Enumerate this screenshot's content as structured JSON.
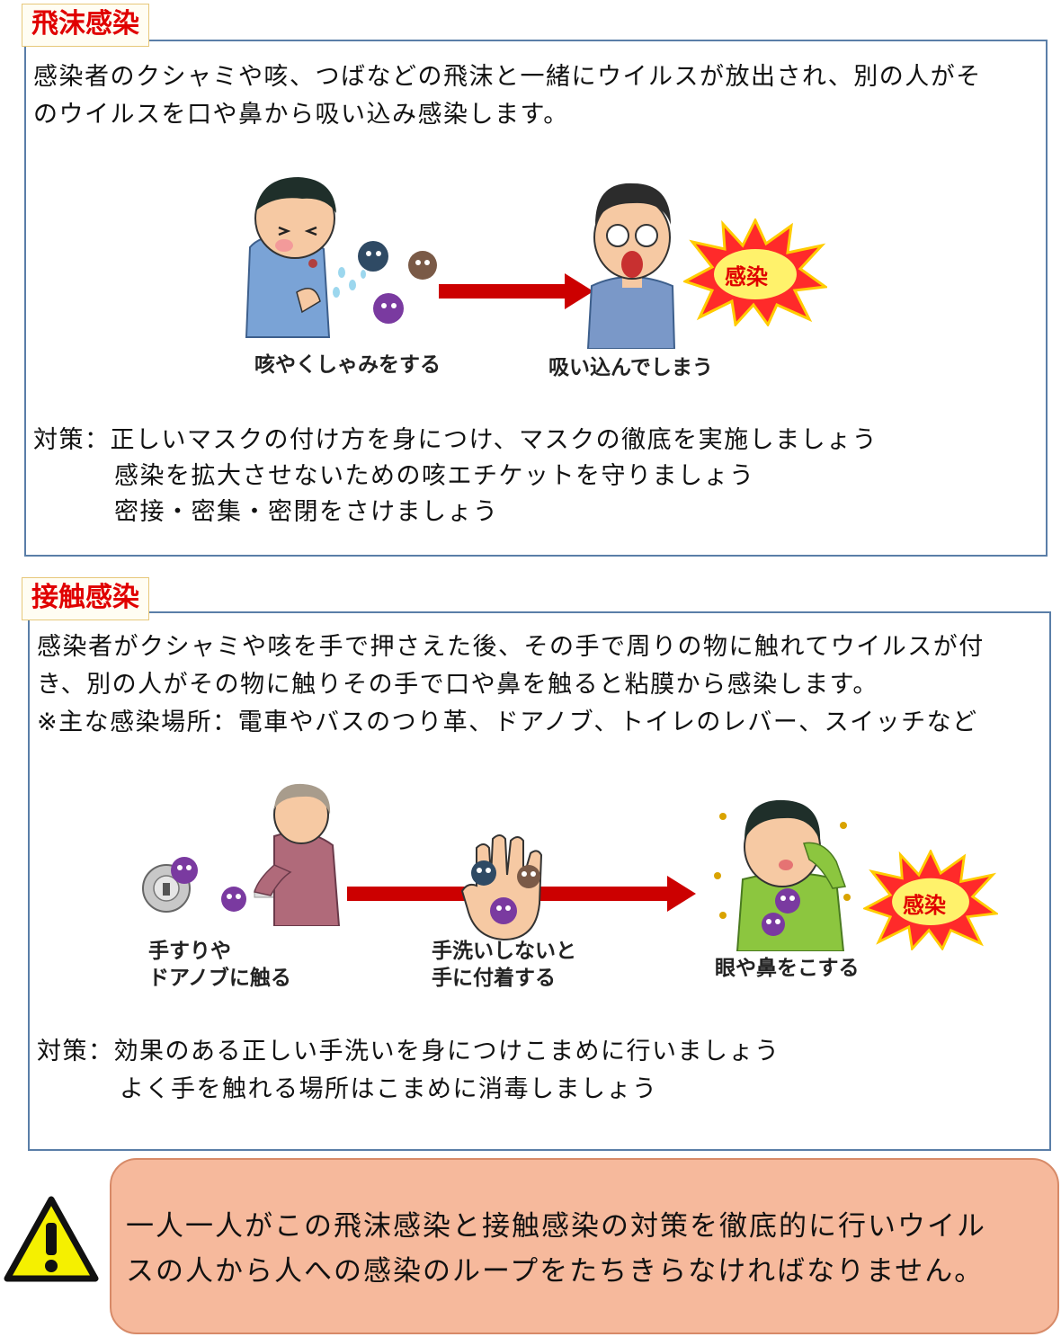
{
  "droplet": {
    "title": "飛沫感染",
    "description": [
      "感染者のクシャミや咳、つばなどの飛沫と一緒にウイルスが放出され、別の人がそ",
      "のウイルスを口や鼻から吸い込み感染します。"
    ],
    "captions": {
      "cough": "咳やくしゃみをする",
      "inhale": "吸い込んでしまう",
      "infected": "感染"
    },
    "measures": [
      "対策：正しいマスクの付け方を身につけ、マスクの徹底を実施しましょう",
      "感染を拡大させないための咳エチケットを守りましょう",
      "密接・密集・密閉をさけましょう"
    ]
  },
  "contact": {
    "title": "接触感染",
    "description": [
      "感染者がクシャミや咳を手で押さえた後、その手で周りの物に触れてウイルスが付",
      "き、別の人がその物に触りその手で口や鼻を触ると粘膜から感染します。",
      "※主な感染場所：電車やバスのつり革、ドアノブ、トイレのレバー、スイッチなど"
    ],
    "captions": {
      "touch_line1": "手すりや",
      "touch_line2": "ドアノブに触る",
      "hand_line1": "手洗いしないと",
      "hand_line2": "手に付着する",
      "rub": "眼や鼻をこする",
      "infected": "感染"
    },
    "measures": [
      "対策：効果のある正しい手洗いを身につけこまめに行いましょう",
      "よく手を触れる場所はこまめに消毒しましょう"
    ]
  },
  "warning": {
    "icon": "warning-triangle-icon",
    "lines": [
      "一人一人がこの飛沫感染と接触感染の対策を徹底的に行いウイル",
      "スの人から人への感染のループをたちきらなければなりません。"
    ]
  },
  "colors": {
    "title_red": "#e00000",
    "box_border": "#5a7ea8",
    "arrow_red": "#cc0000",
    "burst_red": "#ff2a2a",
    "burst_yellow": "#fff26b",
    "virus_purple": "#7a3aa0",
    "warning_fill": "#f6b99c",
    "warning_yellow": "#f5f000"
  }
}
